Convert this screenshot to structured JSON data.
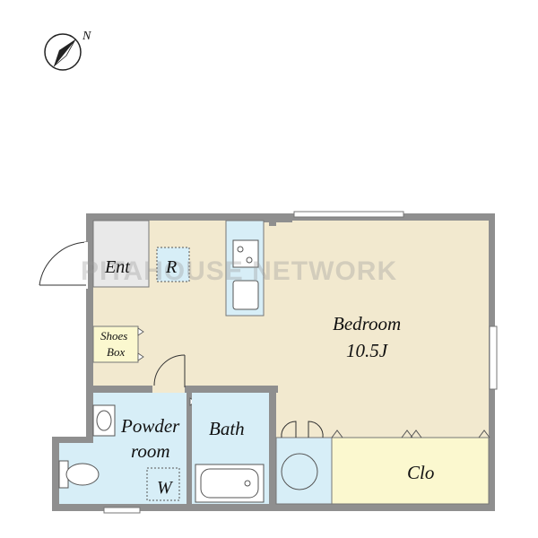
{
  "compass": {
    "label": "N"
  },
  "rooms": {
    "entrance": "Ent",
    "refrigerator": "R",
    "shoes_box_line1": "Shoes",
    "shoes_box_line2": "Box",
    "bedroom_name": "Bedroom",
    "bedroom_size": "10.5J",
    "powder_room_line1": "Powder",
    "powder_room_line2": "room",
    "washer": "W",
    "bath": "Bath",
    "closet": "Clo"
  },
  "watermark": "PITAHOUSE NETWORK",
  "colors": {
    "wall": "#8f8f8f",
    "bedroom_floor": "#f2e9cf",
    "wet_area_floor": "#d7eef7",
    "entrance_floor": "#e9e9e9",
    "closet_floor": "#fbf8cf",
    "shoes_box": "#fbf8cf"
  }
}
